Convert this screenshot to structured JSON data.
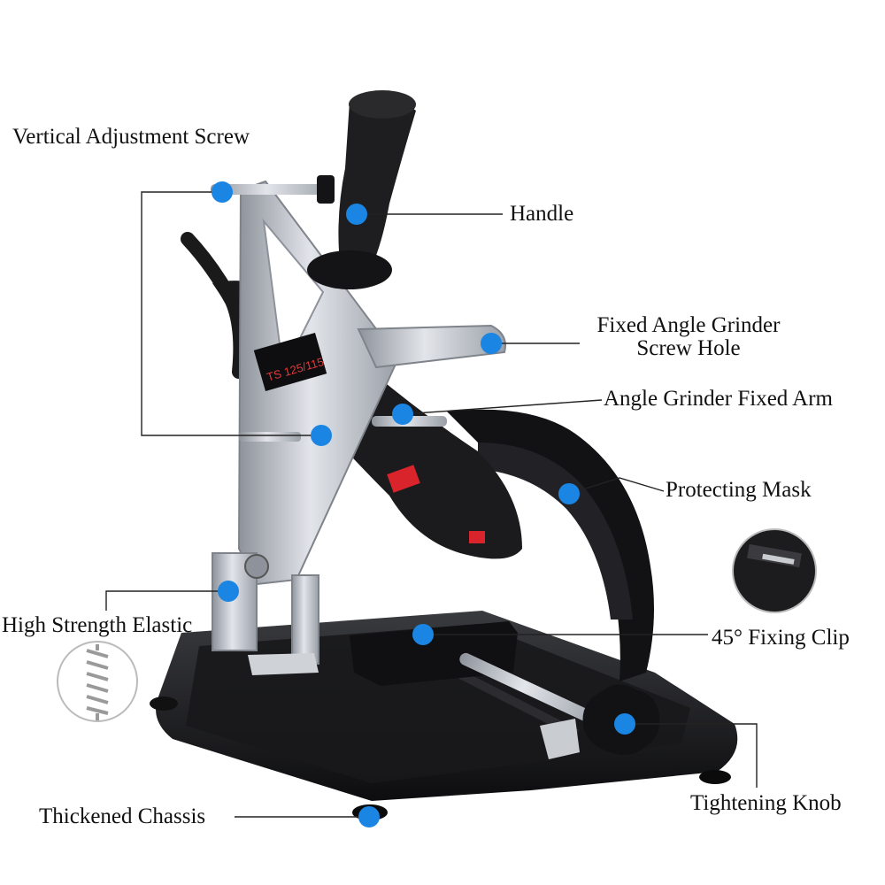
{
  "colors": {
    "dot": "#1a85e3",
    "leader_line": "#222222",
    "steel": "#b7bbc2",
    "plastic": "#1c1c1e",
    "accent_red": "#d8242a"
  },
  "icons": [
    "bullet-dot-icon",
    "spring-icon",
    "clip-detail-icon"
  ],
  "labels": {
    "vertical_adjustment_screw": "Vertical Adjustment Screw",
    "handle": "Handle",
    "fixed_screw_hole_1": "Fixed Angle Grinder",
    "fixed_screw_hole_2": "Screw Hole",
    "fixed_arm": "Angle Grinder Fixed Arm",
    "protecting_mask": "Protecting Mask",
    "high_strength_elastic": "High Strength Elastic",
    "fixing_clip": "45° Fixing Clip",
    "tightening_knob": "Tightening Knob",
    "thickened_chassis": "Thickened Chassis"
  },
  "product_marking": "TS 125/115"
}
